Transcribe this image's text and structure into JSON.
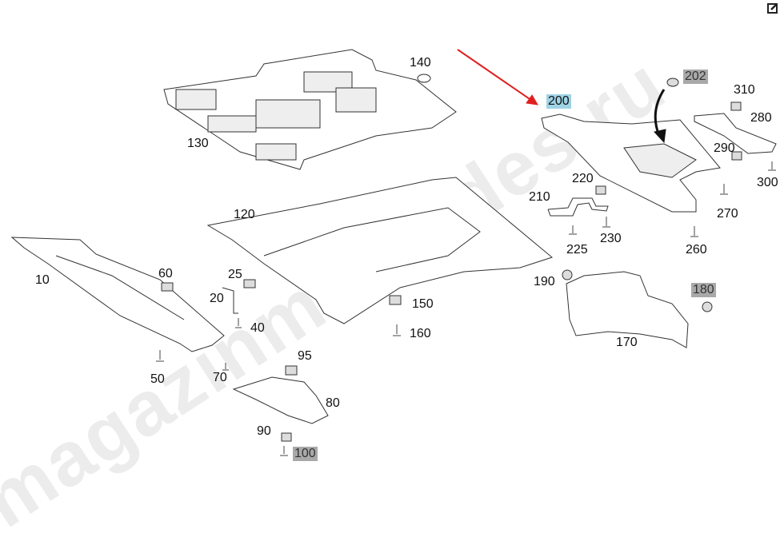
{
  "watermark": "magazinmercedes.ru",
  "colors": {
    "highlight_selected": "#9fd3e6",
    "highlight_gray": "#a9a9a9",
    "arrow": "#e02020"
  },
  "icons": {
    "edit": "edit-icon"
  },
  "labels": {
    "p140": "140",
    "p202": "202",
    "p200": "200",
    "p310": "310",
    "p130": "130",
    "p280": "280",
    "p290": "290",
    "p220": "220",
    "p300": "300",
    "p210": "210",
    "p270": "270",
    "p120": "120",
    "p230": "230",
    "p225": "225",
    "p260": "260",
    "p60": "60",
    "p25": "25",
    "p10": "10",
    "p190": "190",
    "p180": "180",
    "p20": "20",
    "p150": "150",
    "p40": "40",
    "p160": "160",
    "p170": "170",
    "p95": "95",
    "p50": "50",
    "p70": "70",
    "p80": "80",
    "p90": "90",
    "p100": "100"
  }
}
